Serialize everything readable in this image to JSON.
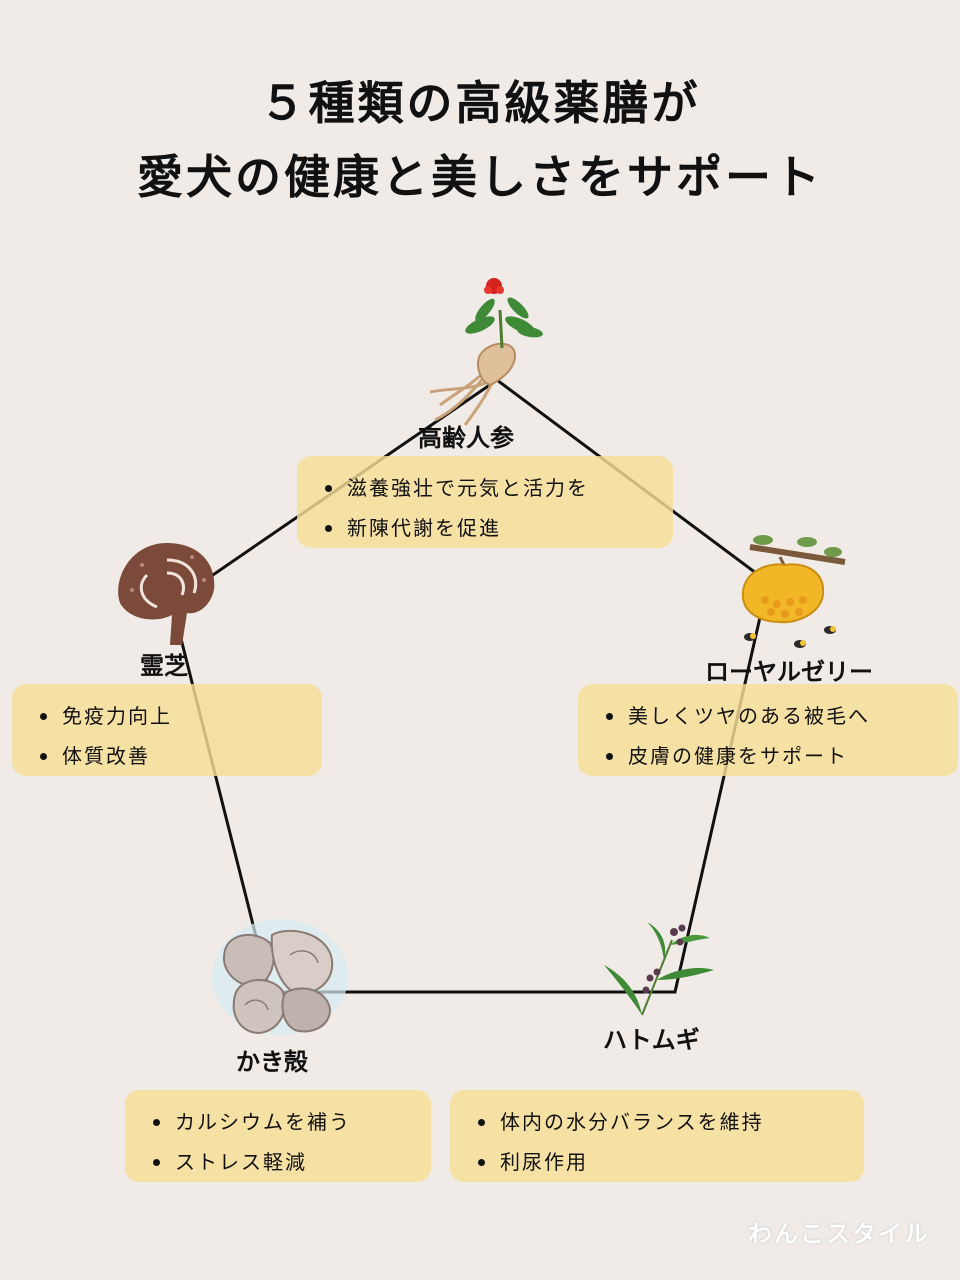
{
  "title": {
    "line1": "５種類の高級薬膳が",
    "line2": "愛犬の健康と美しさをサポート"
  },
  "nodes": {
    "ginseng": {
      "name": "高齢人参",
      "icon": "ginseng-root-icon",
      "benefits": [
        "滋養強壮で元気と活力を",
        "新陳代謝を促進"
      ]
    },
    "royal_jelly": {
      "name": "ローヤルゼリー",
      "icon": "beehive-icon",
      "benefits": [
        "美しくツヤのある被毛へ",
        "皮膚の健康をサポート"
      ]
    },
    "hatomugi": {
      "name": "ハトムギ",
      "icon": "job-tears-plant-icon",
      "benefits": [
        "体内の水分バランスを維持",
        "利尿作用"
      ]
    },
    "oyster_shell": {
      "name": "かき殻",
      "icon": "oyster-shell-icon",
      "benefits": [
        "カルシウムを補う",
        "ストレス軽減"
      ]
    },
    "reishi": {
      "name": "霊芝",
      "icon": "reishi-mushroom-icon",
      "benefits": [
        "免疫力向上",
        "体質改善"
      ]
    }
  },
  "watermark": "わんこスタイル",
  "colors": {
    "background": "#f0ebe7",
    "box": "#f7de96",
    "line": "#111111"
  }
}
